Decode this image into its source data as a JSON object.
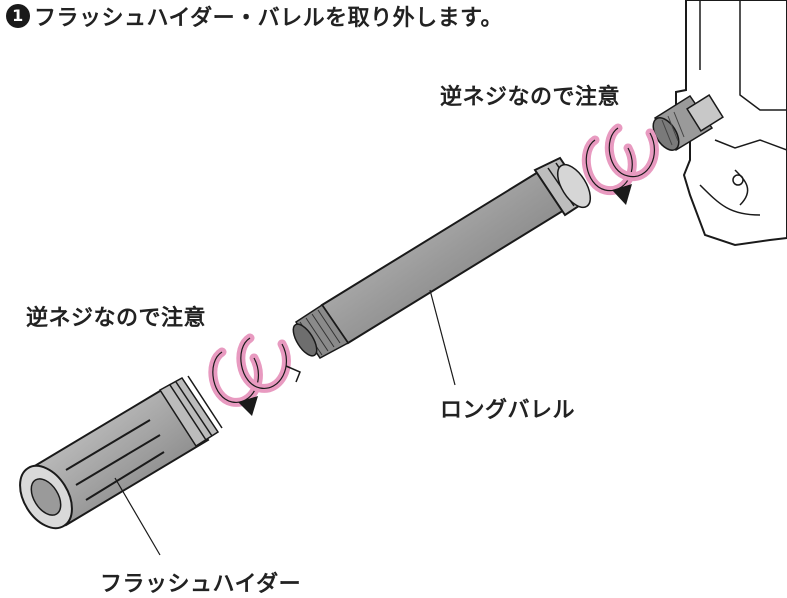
{
  "header": {
    "step_number": "1",
    "title": "フラッシュハイダー・バレルを取り外します。"
  },
  "labels": {
    "reverse_thread_right": "逆ネジなので注意",
    "reverse_thread_left": "逆ネジなので注意",
    "long_barrel": "ロングバレル",
    "flash_hider": "フラッシュハイダー"
  },
  "colors": {
    "rotation_arrow": "#e89ac0",
    "metal_dark": "#6e6e6e",
    "metal_light": "#b8b8b8",
    "line": "#1a1a1a"
  }
}
